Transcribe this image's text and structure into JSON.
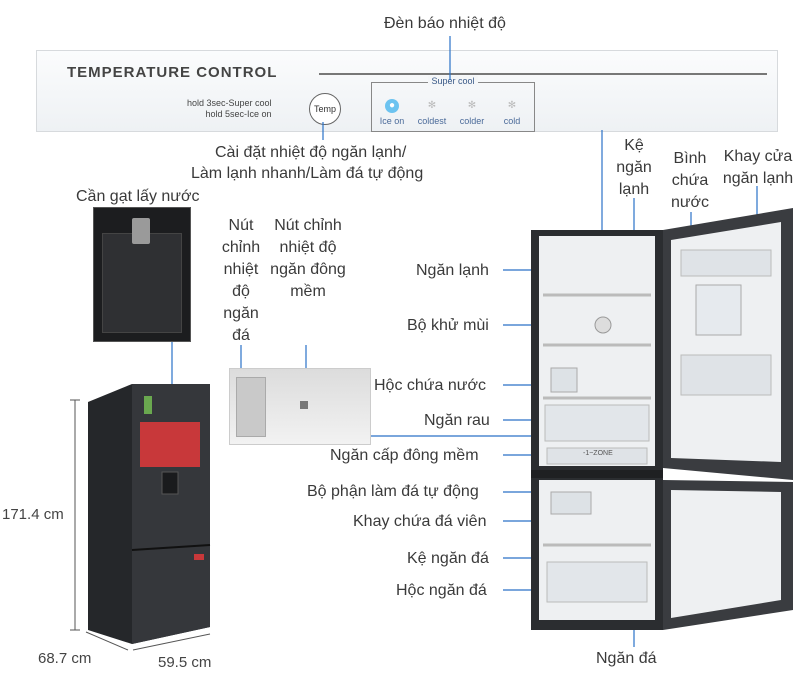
{
  "panel": {
    "title": "TEMPERATURE CONTROL",
    "hold_line1": "hold 3sec-Super cool",
    "hold_line2": "hold 5sec-Ice on",
    "temp_button": "Temp",
    "super_cool": "Super cool",
    "modes": [
      "Ice on",
      "coldest",
      "colder",
      "cold"
    ]
  },
  "labels": {
    "indicator": "Đèn báo nhiệt độ",
    "temp_setting_1": "Cài đặt nhiệt độ ngăn lạnh/",
    "temp_setting_2": "Làm lạnh nhanh/Làm đá tự động",
    "water_lever": "Cần gạt lấy nước",
    "freezer_knob": "Nút chỉnh nhiệt độ ngăn đá",
    "soft_freeze_knob": "Nút chỉnh nhiệt độ ngăn đông mềm",
    "fridge_shelf": "Kệ ngăn lạnh",
    "water_tank": "Bình chứa nước",
    "door_tray": "Khay cửa ngăn lạnh",
    "fridge_compartment": "Ngăn lạnh",
    "deodorizer": "Bộ khử mùi",
    "water_box": "Hộc chứa nước",
    "veg_drawer": "Ngăn rau",
    "soft_freeze": "Ngăn cấp đông mềm",
    "ice_maker": "Bộ phận làm đá tự động",
    "ice_tray": "Khay chứa đá viên",
    "freezer_shelf": "Kệ ngăn đá",
    "freezer_drawer": "Hộc ngăn đá",
    "freezer": "Ngăn đá",
    "soft_zone_text": "-1~ZONE"
  },
  "dimensions": {
    "height": "171.4 cm",
    "depth": "68.7 cm",
    "width": "59.5 cm"
  },
  "colors": {
    "accent_blue": "#2a72c7",
    "fridge_body": "#2b2d30",
    "line": "#3d7fd0"
  }
}
